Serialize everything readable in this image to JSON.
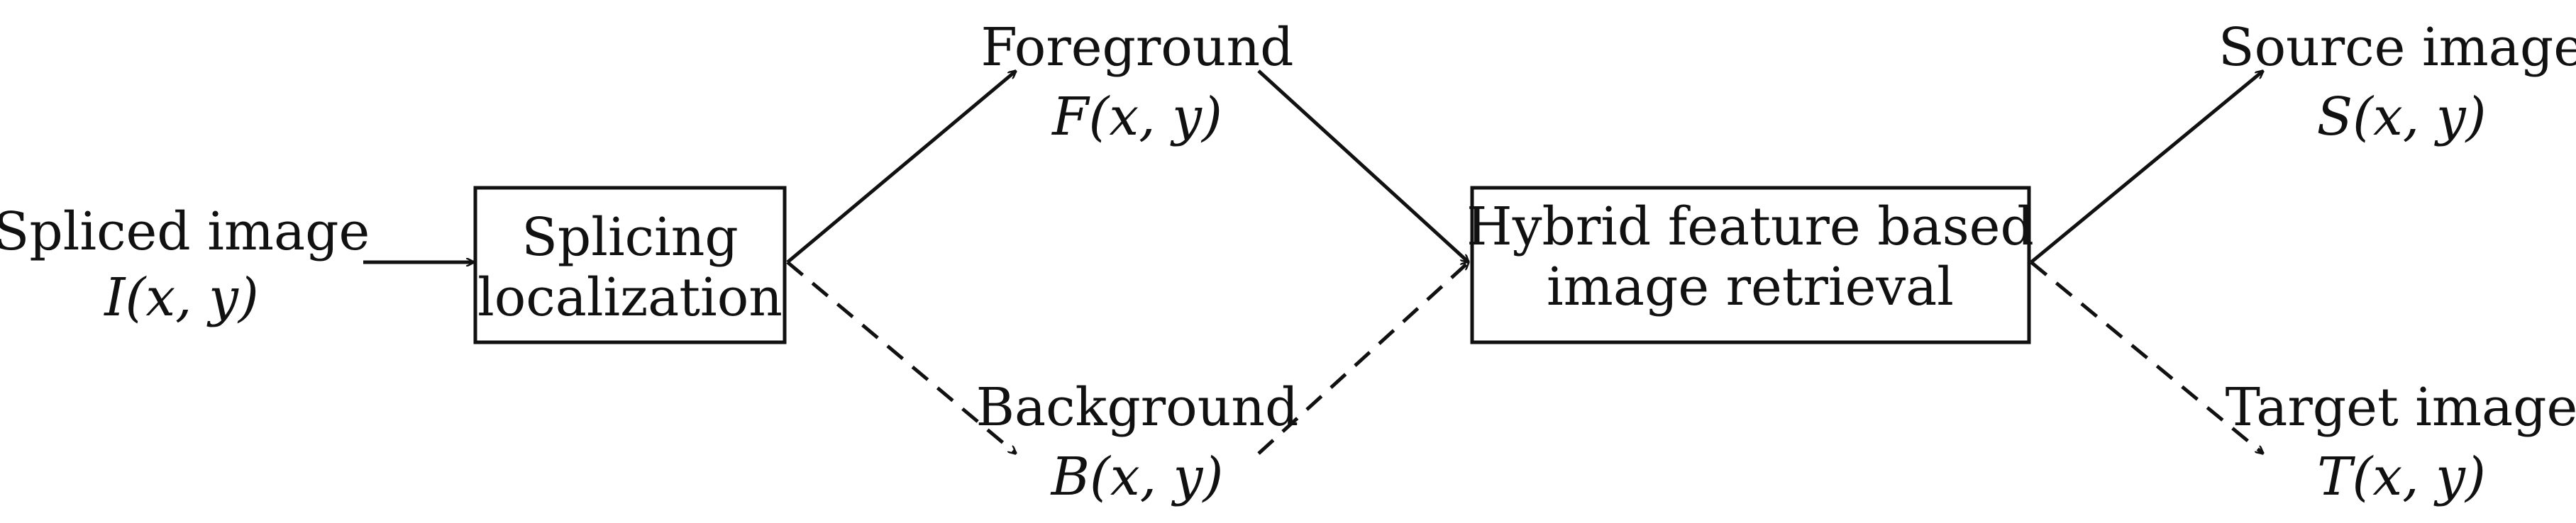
{
  "nodes": {
    "input": {
      "label": "Spliced image",
      "math": "I(x, y)"
    },
    "splicing": {
      "line1": "Splicing",
      "line2": "localization"
    },
    "foreground": {
      "label": "Foreground",
      "math": "F(x, y)"
    },
    "background": {
      "label": "Background",
      "math": "B(x, y)"
    },
    "retrieval": {
      "line1": "Hybrid feature based",
      "line2": "image retrieval"
    },
    "source": {
      "label": "Source image",
      "math": "S(x, y)"
    },
    "target": {
      "label": "Target image",
      "math": "T(x, y)"
    }
  },
  "edges": [
    {
      "from": "input",
      "to": "splicing",
      "style": "solid"
    },
    {
      "from": "splicing",
      "to": "foreground",
      "style": "solid"
    },
    {
      "from": "splicing",
      "to": "background",
      "style": "dashed"
    },
    {
      "from": "foreground",
      "to": "retrieval",
      "style": "solid"
    },
    {
      "from": "background",
      "to": "retrieval",
      "style": "dashed"
    },
    {
      "from": "retrieval",
      "to": "source",
      "style": "solid"
    },
    {
      "from": "retrieval",
      "to": "target",
      "style": "dashed"
    }
  ]
}
